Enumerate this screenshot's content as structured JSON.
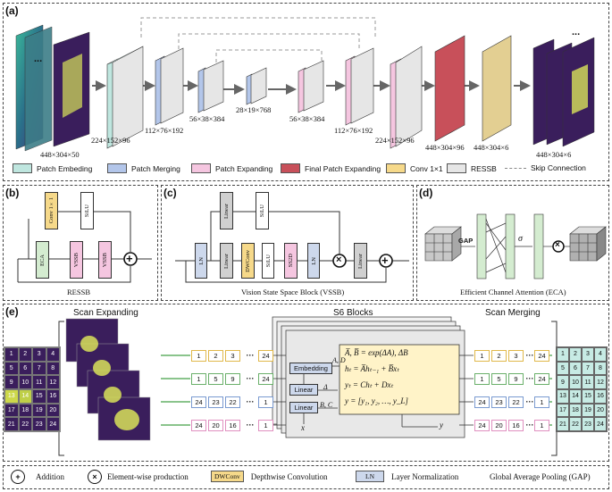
{
  "panels": {
    "a": "(a)",
    "b": "(b)",
    "c": "(c)",
    "d": "(d)",
    "e": "(e)"
  },
  "a": {
    "input_size": "448×304×50",
    "dims": [
      "224×152×96",
      "112×76×192",
      "56×38×384",
      "28×19×768",
      "56×38×384",
      "112×76×192",
      "224×152×96",
      "448×304×96",
      "448×304×6",
      "448×304×6"
    ],
    "ellipsis": "..."
  },
  "legend_a": [
    {
      "label": "Patch Embeding",
      "color": "#bfe6df"
    },
    {
      "label": "Patch Merging",
      "color": "#b3c6ea"
    },
    {
      "label": "Patch Expanding",
      "color": "#f5c6e0"
    },
    {
      "label": "Final Patch Expanding",
      "color": "#c8505a"
    },
    {
      "label": "Conv 1×1",
      "color": "#f6d98a"
    },
    {
      "label": "RESSB",
      "color": "#e6e6e6"
    },
    {
      "label": "Skip Connection",
      "color": "#888888"
    }
  ],
  "b": {
    "conv": "Conv 1×1",
    "silu": "SiLU",
    "eca": "ECA",
    "vssb1": "VSSB",
    "vssb2": "VSSB",
    "caption": "RESSB",
    "plus": "+"
  },
  "c": {
    "linear_top": "Linear",
    "silu_top": "SiLU",
    "ln1": "LN",
    "linear1": "Linear",
    "dwconv": "DWConv",
    "silu": "SiLU",
    "ss2d": "SS2D",
    "ln2": "LN",
    "linear_out": "Linear",
    "caption": "Vision State Space Block (VSSB)",
    "times": "×",
    "plus": "+"
  },
  "d": {
    "gap": "GAP",
    "sigma": "σ",
    "caption": "Efficient Channel Attention (ECA)",
    "times": "×"
  },
  "e": {
    "scan_expanding": "Scan Expanding",
    "s6_blocks": "S6 Blocks",
    "scan_merging": "Scan Merging",
    "grid_numbers": [
      "1",
      "2",
      "3",
      "4",
      "5",
      "6",
      "7",
      "8",
      "9",
      "10",
      "11",
      "12",
      "13",
      "14",
      "15",
      "16",
      "17",
      "18",
      "19",
      "20",
      "21",
      "22",
      "23",
      "24"
    ],
    "seqs": [
      [
        "1",
        "2",
        "3",
        "24"
      ],
      [
        "1",
        "5",
        "9",
        "24"
      ],
      [
        "24",
        "23",
        "22",
        "1"
      ],
      [
        "24",
        "20",
        "16",
        "1"
      ]
    ],
    "out_seqs": [
      [
        "1",
        "2",
        "3",
        "24"
      ],
      [
        "1",
        "5",
        "9",
        "24"
      ],
      [
        "24",
        "23",
        "22",
        "1"
      ],
      [
        "24",
        "20",
        "16",
        "1"
      ]
    ],
    "embedding": "Embedding",
    "linear1": "Linear",
    "linear2": "Linear",
    "ad": "A, D",
    "delta": "Δ",
    "bc": "B, C",
    "x": "x",
    "y": "y",
    "dots": "···",
    "eq1": "A̅, B̅ = exp(ΔA), ΔB",
    "eq2": "hₜ = A̅hₜ₋₁ + B̅xₜ",
    "eq3": "yₜ = Chₜ + Dxₜ",
    "eq4": "y = [y₁, y₂, …, y_L]"
  },
  "bottom_legend": {
    "plus_sym": "+",
    "addition": "Addition",
    "times_sym": "×",
    "elementwise": "Element-wise production",
    "dwconv": "DWConv",
    "dwconv_desc": "Depthwise Convolution",
    "ln": "LN",
    "ln_desc": "Layer Normalization",
    "gap_desc": "Global Average Pooling (GAP)"
  }
}
